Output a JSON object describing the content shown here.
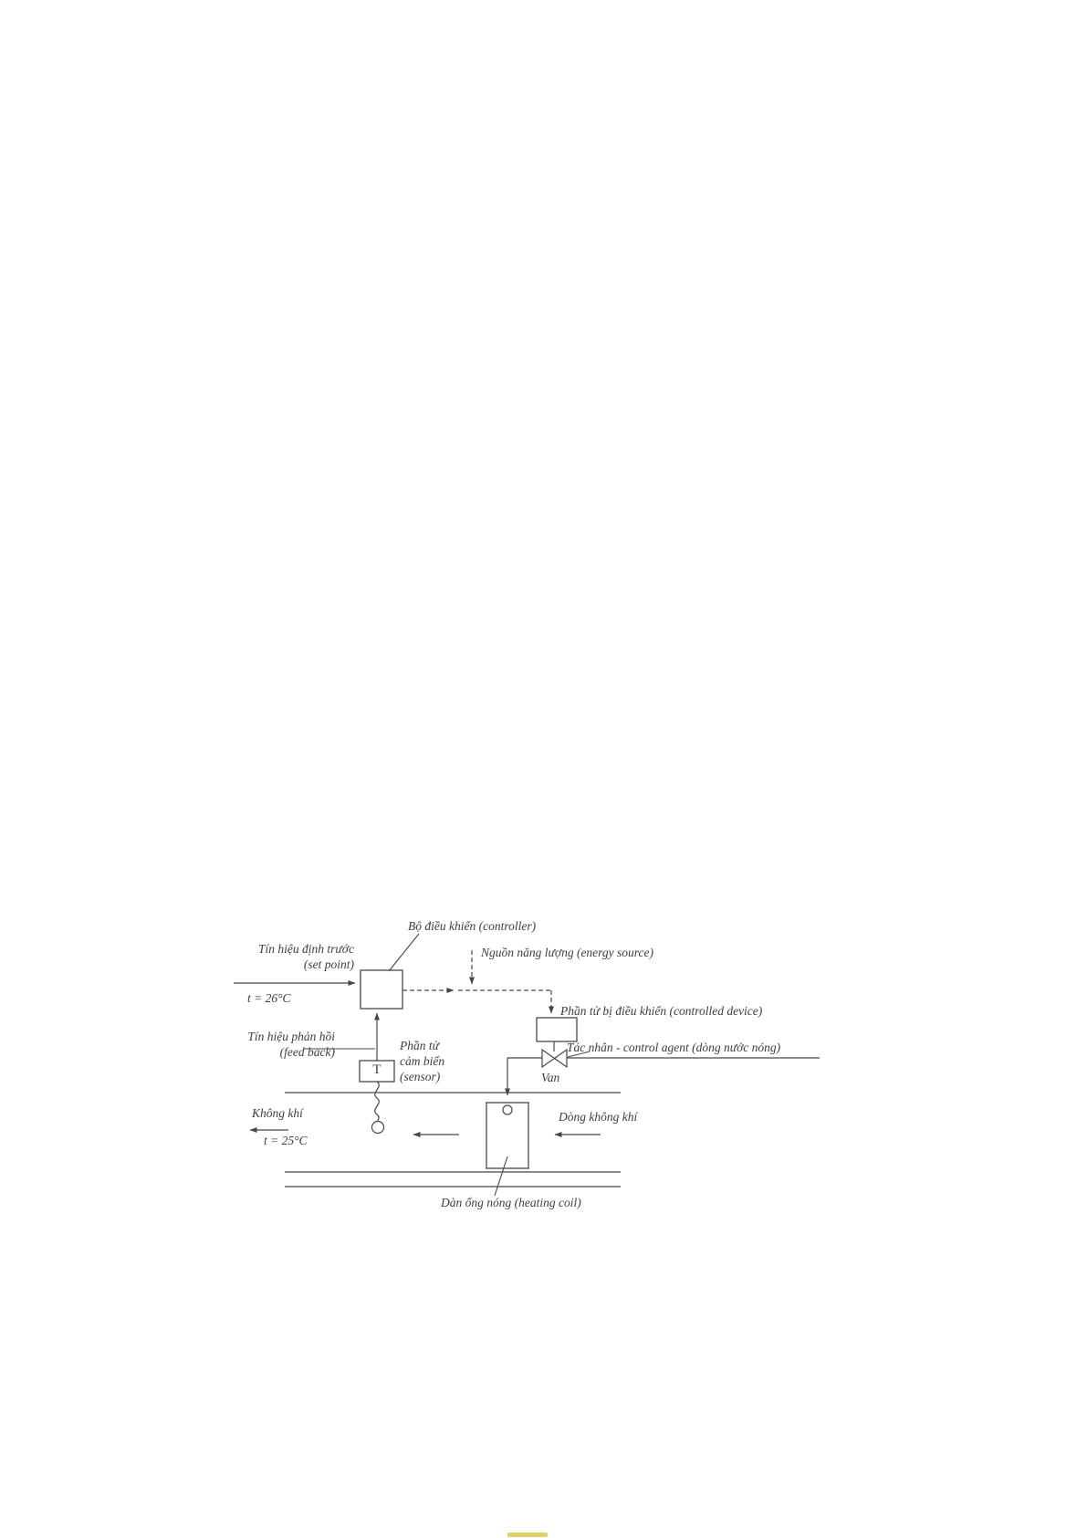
{
  "colors": {
    "background": "#ffffff",
    "ink": "#474747",
    "text": "#3d3d3d",
    "footer_mark": "#d8c84a"
  },
  "diagram": {
    "labels": {
      "controller": "Bộ điều khiển (controller)",
      "energy_source": "Nguồn năng lượng (energy source)",
      "set_point_line1": "Tín hiệu định trước",
      "set_point_line2": "(set  point)",
      "set_point_value": "t = 26°C",
      "controlled_device": "Phần tử bị điều khiển (controlled device)",
      "control_agent": "Tác nhân - control agent (dòng nước nóng)",
      "valve": "Van",
      "feedback_line1": "Tín hiệu phản hồi",
      "feedback_line2": "(feed back)",
      "sensor_line1": "Phần tử",
      "sensor_line2": "cảm biến",
      "sensor_line3": "(sensor)",
      "sensor_symbol": "T",
      "air_left": "Không khí",
      "air_left_temp": "t = 25°C",
      "air_flow": "Dòng không khí",
      "heating_coil": "Dàn ống nóng (heating coil)"
    }
  }
}
